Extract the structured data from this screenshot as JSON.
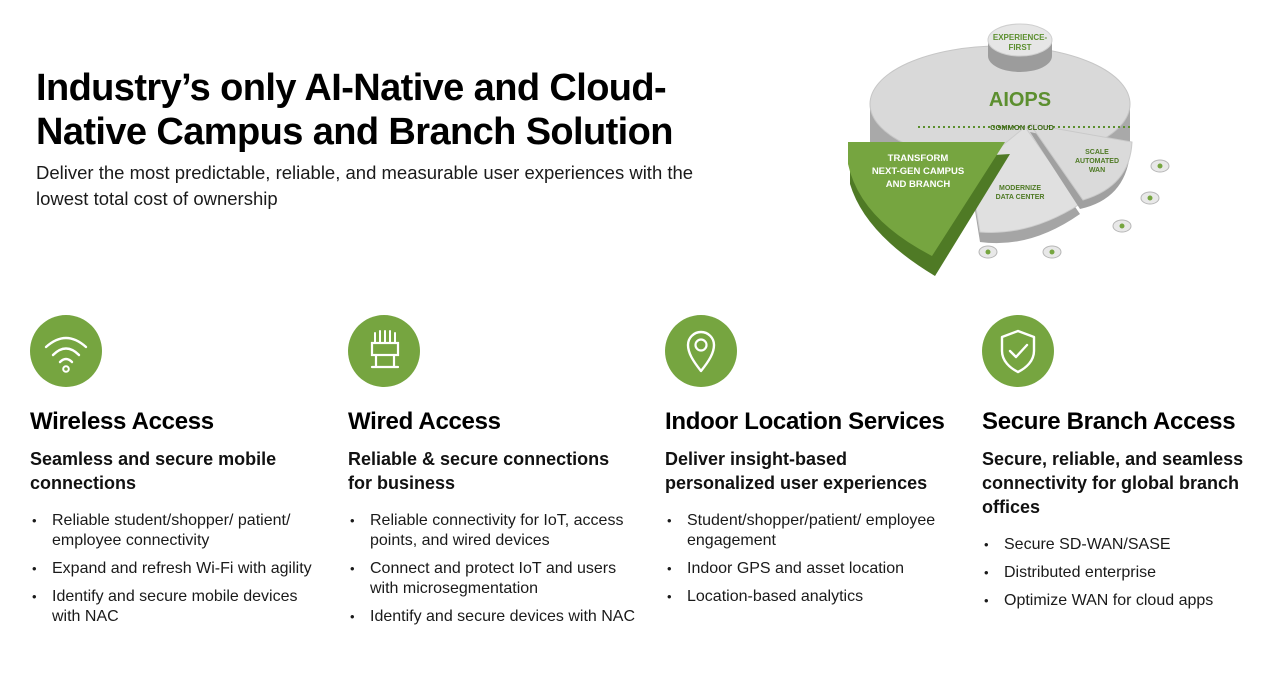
{
  "header": {
    "title": "Industry’s only AI-Native and Cloud-Native Campus and Branch Solution",
    "subtitle": "Deliver the most predictable, reliable, and measurable user experiences with the lowest total cost of ownership"
  },
  "diagram": {
    "top_line1": "EXPERIENCE-",
    "top_line2": "FIRST",
    "main_label": "AIOPS",
    "cloud_label": "COMMON CLOUD",
    "green_line1": "TRANSFORM",
    "green_line2": "NEXT-GEN CAMPUS",
    "green_line3": "AND BRANCH",
    "mid_line1": "MODERNIZE",
    "mid_line2": "DATA CENTER",
    "right_line1": "SCALE",
    "right_line2": "AUTOMATED",
    "right_line3": "WAN"
  },
  "colors": {
    "accent": "#76a540",
    "accent_dark": "#4f7a25",
    "disc": "#d4d4d4"
  },
  "columns": [
    {
      "icon": "wifi-icon",
      "title": "Wireless Access",
      "subtitle": "Seamless and secure mobile connections",
      "bullets": [
        "Reliable student/shopper/ patient/ employee connectivity",
        "Expand and refresh Wi-Fi with agility",
        "Identify and secure mobile devices with NAC"
      ]
    },
    {
      "icon": "ethernet-cable-icon",
      "title": "Wired Access",
      "subtitle": "Reliable & secure connections for business",
      "bullets": [
        "Reliable connectivity for IoT, access points, and wired devices",
        "Connect and protect IoT and users with microsegmentation",
        "Identify and secure devices with NAC"
      ]
    },
    {
      "icon": "location-pin-icon",
      "title": "Indoor Location Services",
      "subtitle": "Deliver insight-based personalized user experiences",
      "bullets": [
        "Student/shopper/patient/ employee engagement",
        "Indoor GPS and asset location",
        "Location-based analytics"
      ]
    },
    {
      "icon": "shield-check-icon",
      "title": "Secure Branch Access",
      "subtitle": "Secure, reliable, and seamless connectivity for global branch offices",
      "bullets": [
        "Secure SD-WAN/SASE",
        "Distributed enterprise",
        "Optimize WAN for cloud apps"
      ]
    }
  ]
}
